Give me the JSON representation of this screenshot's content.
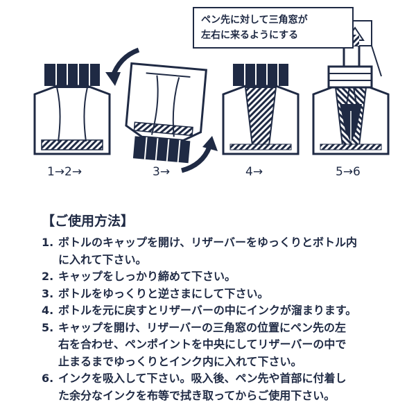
{
  "callout": {
    "line1": "ペン先に対して三角窓が",
    "line2": "左右に来るようにする"
  },
  "step_labels": [
    "1→2→",
    "3→",
    "4→",
    "5→6"
  ],
  "heading": "【ご使用方法】",
  "steps": [
    {
      "num": "1.",
      "text": "ボトルのキャップを開け、リザーバーをゆっくりとボトル内\nに入れて下さい。"
    },
    {
      "num": "2.",
      "text": "キャップをしっかり締めて下さい。"
    },
    {
      "num": "3.",
      "text": "ボトルをゆっくりと逆さまにして下さい。"
    },
    {
      "num": "4.",
      "text": "ボトルを元に戻すとリザーバーの中にインクが溜まります。"
    },
    {
      "num": "5.",
      "text": "キャップを開け、リザーバーの三角窓の位置にペン先の左\n右を合わせ、ペンポイントを中央にしてリザーバーの中で\n止まるまでゆっくりとインク内に入れて下さい。"
    },
    {
      "num": "6.",
      "text": "インクを吸入して下さい。吸入後、ペン先や首部に付着し\nた余分なインクを布等で拭き取ってからご使用下さい。"
    }
  ],
  "colors": {
    "navy": "#1f2a44",
    "line": "#2a3550",
    "hatch": "#1f2a44"
  }
}
